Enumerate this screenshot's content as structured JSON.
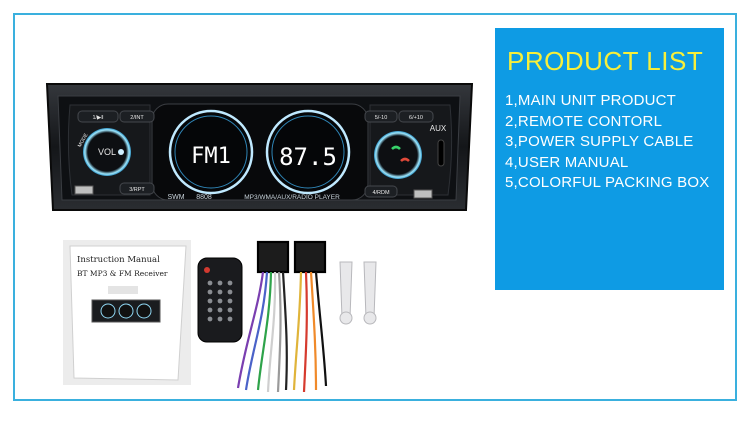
{
  "panel": {
    "title": "PRODUCT LIST",
    "items": [
      "1,MAIN UNIT PRODUCT",
      "2,REMOTE CONTORL",
      "3,POWER SUPPLY CABLE",
      "4,USER MANUAL",
      "5,COLORFUL PACKING BOX"
    ]
  },
  "radio": {
    "brand": "SWM",
    "model": "8808",
    "subtitle": "MP3/WMA/AUX/RADIO PLAYER",
    "display_left": "FM1",
    "display_right": "87.5",
    "vol_label": "VOL",
    "aux_label": "AUX",
    "btn_1": "1/▶‖",
    "btn_2": "2/INT",
    "btn_3": "3/RPT",
    "btn_4": "4/RDM",
    "btn_5": "5/-10",
    "btn_6": "6/+10",
    "btn_mode": "MODE"
  },
  "manual": {
    "title": "Instruction Manual",
    "subtitle": "BT MP3 & FM Receiver"
  }
}
